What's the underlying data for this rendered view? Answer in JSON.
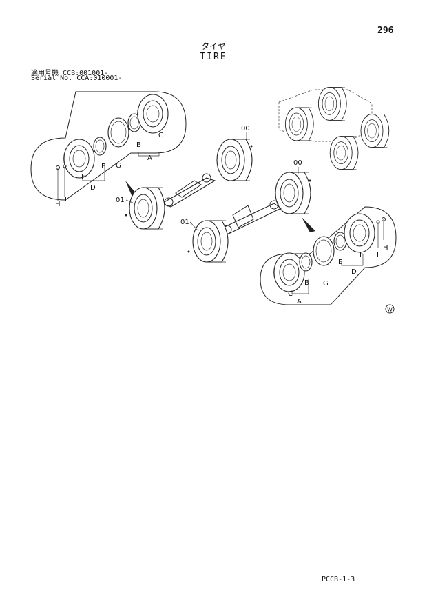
{
  "page_number": "296",
  "title_jp": "タイヤ",
  "title_en": "TIRE",
  "serial": {
    "line1_label": "適用号機",
    "line1_value": "CCB:001001-",
    "line2_label": "Serial No.",
    "line2_value": "CCA:010001-"
  },
  "callouts": {
    "upper_left": [
      "A",
      "B",
      "C",
      "D",
      "E",
      "F",
      "G",
      "H",
      "I"
    ],
    "lower_right": [
      "A",
      "B",
      "C",
      "D",
      "E",
      "F",
      "G",
      "H",
      "I"
    ],
    "assemblies": [
      "00",
      "00",
      "01",
      "01"
    ]
  },
  "mark": "W",
  "footer_code": "PCCB-1-3"
}
